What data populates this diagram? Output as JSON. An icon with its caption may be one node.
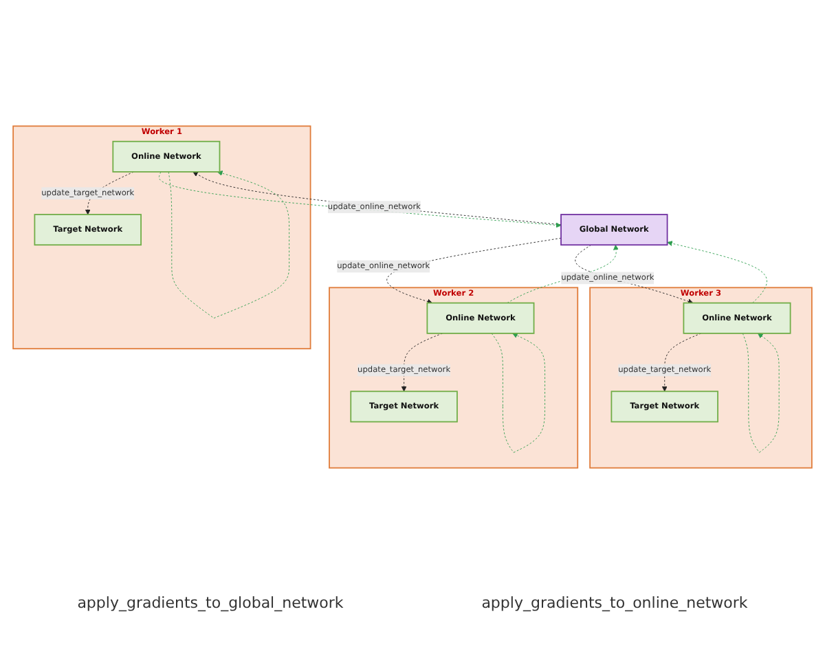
{
  "diagram": {
    "nodes": [
      {
        "text": [
          "Worker 1"
        ]
      },
      {
        "text": [
          "Worker 2"
        ]
      },
      {
        "text": [
          "Worker 3"
        ]
      },
      {
        "text": [
          "Global Network"
        ]
      },
      {
        "text": [
          "Online Network"
        ],
        "in": 0
      },
      {
        "text": [
          "Target Network"
        ],
        "in": 0
      },
      {
        "text": [
          "Online Network"
        ],
        "in": 1
      },
      {
        "text": [
          "Target Network"
        ],
        "in": 1
      },
      {
        "text": [
          "Online Network"
        ],
        "in": 2
      },
      {
        "text": [
          "Target Network"
        ],
        "in": 2
      }
    ],
    "edges": [
      {
        "from": 3,
        "to": 4,
        "arrow": "to",
        "style": "dashed",
        "label": "update_online_network"
      },
      {
        "from": 4,
        "to": 5,
        "arrow": "to",
        "style": "dashed",
        "label": "update_target_network"
      },
      {
        "from": 4,
        "to": 3,
        "arrow": "to",
        "style": "dashed",
        "color": "#2e9e4f"
      },
      {
        "from": 4,
        "to": 4,
        "arrow": "to",
        "style": "dashed",
        "color": "#2e9e4f"
      },
      {
        "from": 3,
        "to": 6,
        "arrow": "to",
        "style": "dashed",
        "label": "update_online_network"
      },
      {
        "from": 6,
        "to": 7,
        "arrow": "to",
        "style": "dashed",
        "label": "update_target_network"
      },
      {
        "from": 6,
        "to": 3,
        "arrow": "to",
        "style": "dashed",
        "color": "#2e9e4f"
      },
      {
        "from": 6,
        "to": 6,
        "arrow": "to",
        "style": "dashed",
        "color": "#2e9e4f"
      },
      {
        "from": 3,
        "to": 8,
        "arrow": "to",
        "style": "dashed",
        "label": "update_online_network"
      },
      {
        "from": 8,
        "to": 9,
        "arrow": "to",
        "style": "dashed",
        "label": "update_target_network"
      },
      {
        "from": 8,
        "to": 3,
        "arrow": "to",
        "style": "dashed",
        "color": "#2e9e4f"
      },
      {
        "from": 8,
        "to": 8,
        "arrow": "to",
        "style": "dashed",
        "color": "#2e9e4f"
      }
    ],
    "labels": [
      "apply_gradients_to_global_network",
      "apply_gradients_to_online_network"
    ]
  }
}
